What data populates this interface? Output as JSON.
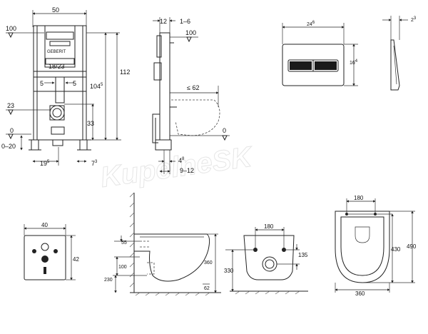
{
  "watermark": "KupelneSK",
  "frame_front": {
    "width": "50",
    "level_100": "100",
    "level_23": "23",
    "level_0": "0",
    "range_0_20": "0–20",
    "connection": "18/23",
    "offset_left": "5",
    "offset_right": "5",
    "height_112": "112",
    "height_104": "104",
    "height_104_sup": "5",
    "height_33": "33",
    "foot_left": "19",
    "foot_left_sup": "5",
    "foot_right": "7",
    "foot_right_sup": "3",
    "brand": "GEBERIT"
  },
  "frame_side": {
    "depth_12": "12",
    "range_1_6": "1–6",
    "level_100": "100",
    "projection": "≤ 62",
    "level_0": "0",
    "dim_4": "4",
    "dim_4_sup": "8",
    "range_9_12": "9–12"
  },
  "plate_front": {
    "width": "24",
    "width_sup": "6",
    "height": "16",
    "height_sup": "4"
  },
  "plate_side": {
    "depth": "2",
    "depth_sup": "3"
  },
  "seat_template": {
    "width": "40",
    "height": "42"
  },
  "bowl_side": {
    "dim_55": "55",
    "dim_100": "100",
    "dim_230": "230",
    "dim_360": "360",
    "dim_62": "62"
  },
  "bowl_back": {
    "width_180": "180",
    "dim_135": "135",
    "dim_330": "330"
  },
  "bowl_top": {
    "width_180": "180",
    "dim_430": "430",
    "dim_490": "490",
    "width_360": "360"
  }
}
